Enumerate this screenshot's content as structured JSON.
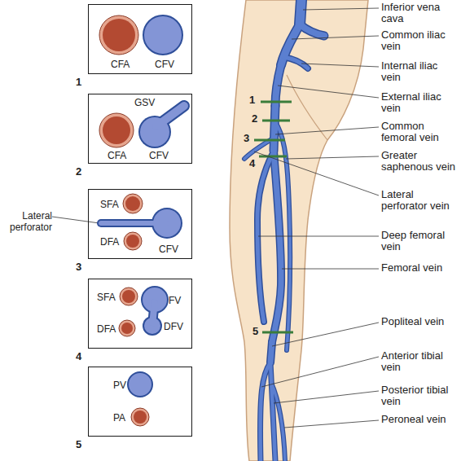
{
  "diagram": {
    "nodes": [
      {
        "text": [
          "1",
          "CFA",
          "CFV"
        ]
      },
      {
        "text": [
          "2",
          "GSV",
          "CFA",
          "CFV"
        ]
      },
      {
        "text": [
          "3",
          "SFA",
          "DFA",
          "CFV"
        ]
      },
      {
        "text": [
          "4",
          "SFA",
          "FV",
          "DFA",
          "DFV"
        ]
      },
      {
        "text": [
          "5",
          "PV",
          "PA"
        ]
      }
    ],
    "labels": [
      "Lateral perforator",
      "Inferior vena cava",
      "Common iliac vein",
      "Internal iliac vein",
      "1",
      "External iliac vein",
      "2",
      "Common femoral vein",
      "3",
      "4",
      "Greater saphenous vein",
      "Lateral perforator vein",
      "Deep femoral vein",
      "Femoral vein",
      "5",
      "Popliteal vein",
      "Anterior tibial vein",
      "Posterior tibial vein",
      "Peroneal vein"
    ]
  }
}
